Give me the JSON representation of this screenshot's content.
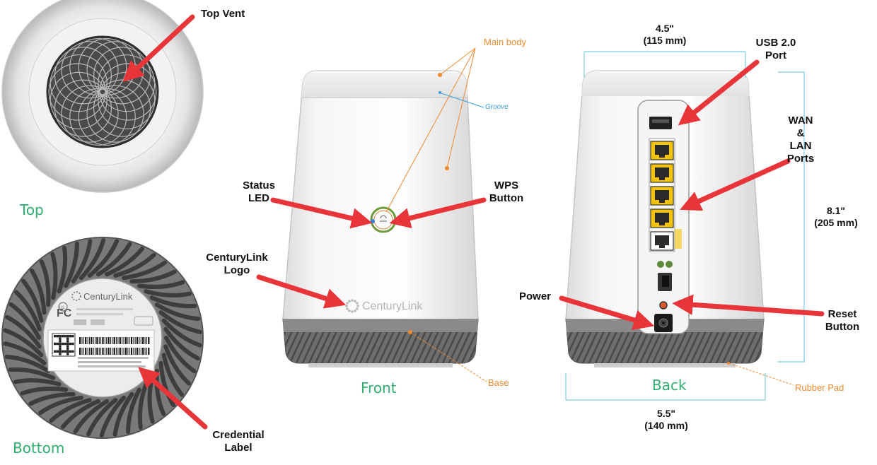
{
  "views": {
    "top": "Top",
    "bottom": "Bottom",
    "front": "Front",
    "back": "Back"
  },
  "callouts": {
    "top_vent": "Top Vent",
    "status_led": [
      "Status",
      "LED"
    ],
    "wps_button": [
      "WPS",
      "Button"
    ],
    "centurylink_logo": [
      "CenturyLink",
      "Logo"
    ],
    "credential_label": [
      "Credential",
      "Label"
    ],
    "usb_port": [
      "USB 2.0",
      "Port"
    ],
    "wan_lan_ports": [
      "WAN",
      "&",
      "LAN",
      "Ports"
    ],
    "power": "Power",
    "reset_button": [
      "Reset",
      "Button"
    ]
  },
  "parts": {
    "main_body": "Main body",
    "groove": "Groove",
    "base": "Base",
    "rubber_pad": "Rubber Pad"
  },
  "dimensions": {
    "width_top": [
      "4.5\"",
      "(115 mm)"
    ],
    "height": [
      "8.1\"",
      "(205 mm)"
    ],
    "width_bottom": [
      "5.5\"",
      "(140 mm)"
    ]
  },
  "brand": {
    "name": "CenturyLink",
    "fc": "FC",
    "ul": "UL"
  },
  "colors": {
    "arrow": "#e8353a",
    "view_label": "#2fae6e",
    "part_label": "#f08a2e",
    "dimension_line": "#7ecfe8",
    "ethernet_port": "#f5c400"
  },
  "icons": [
    "top-vent-grille-icon",
    "status-led-icon",
    "wps-button-icon",
    "centurylink-logo-icon",
    "credential-barcode-icon",
    "usb-port-icon",
    "ethernet-port-icon",
    "power-jack-icon",
    "reset-button-icon"
  ]
}
